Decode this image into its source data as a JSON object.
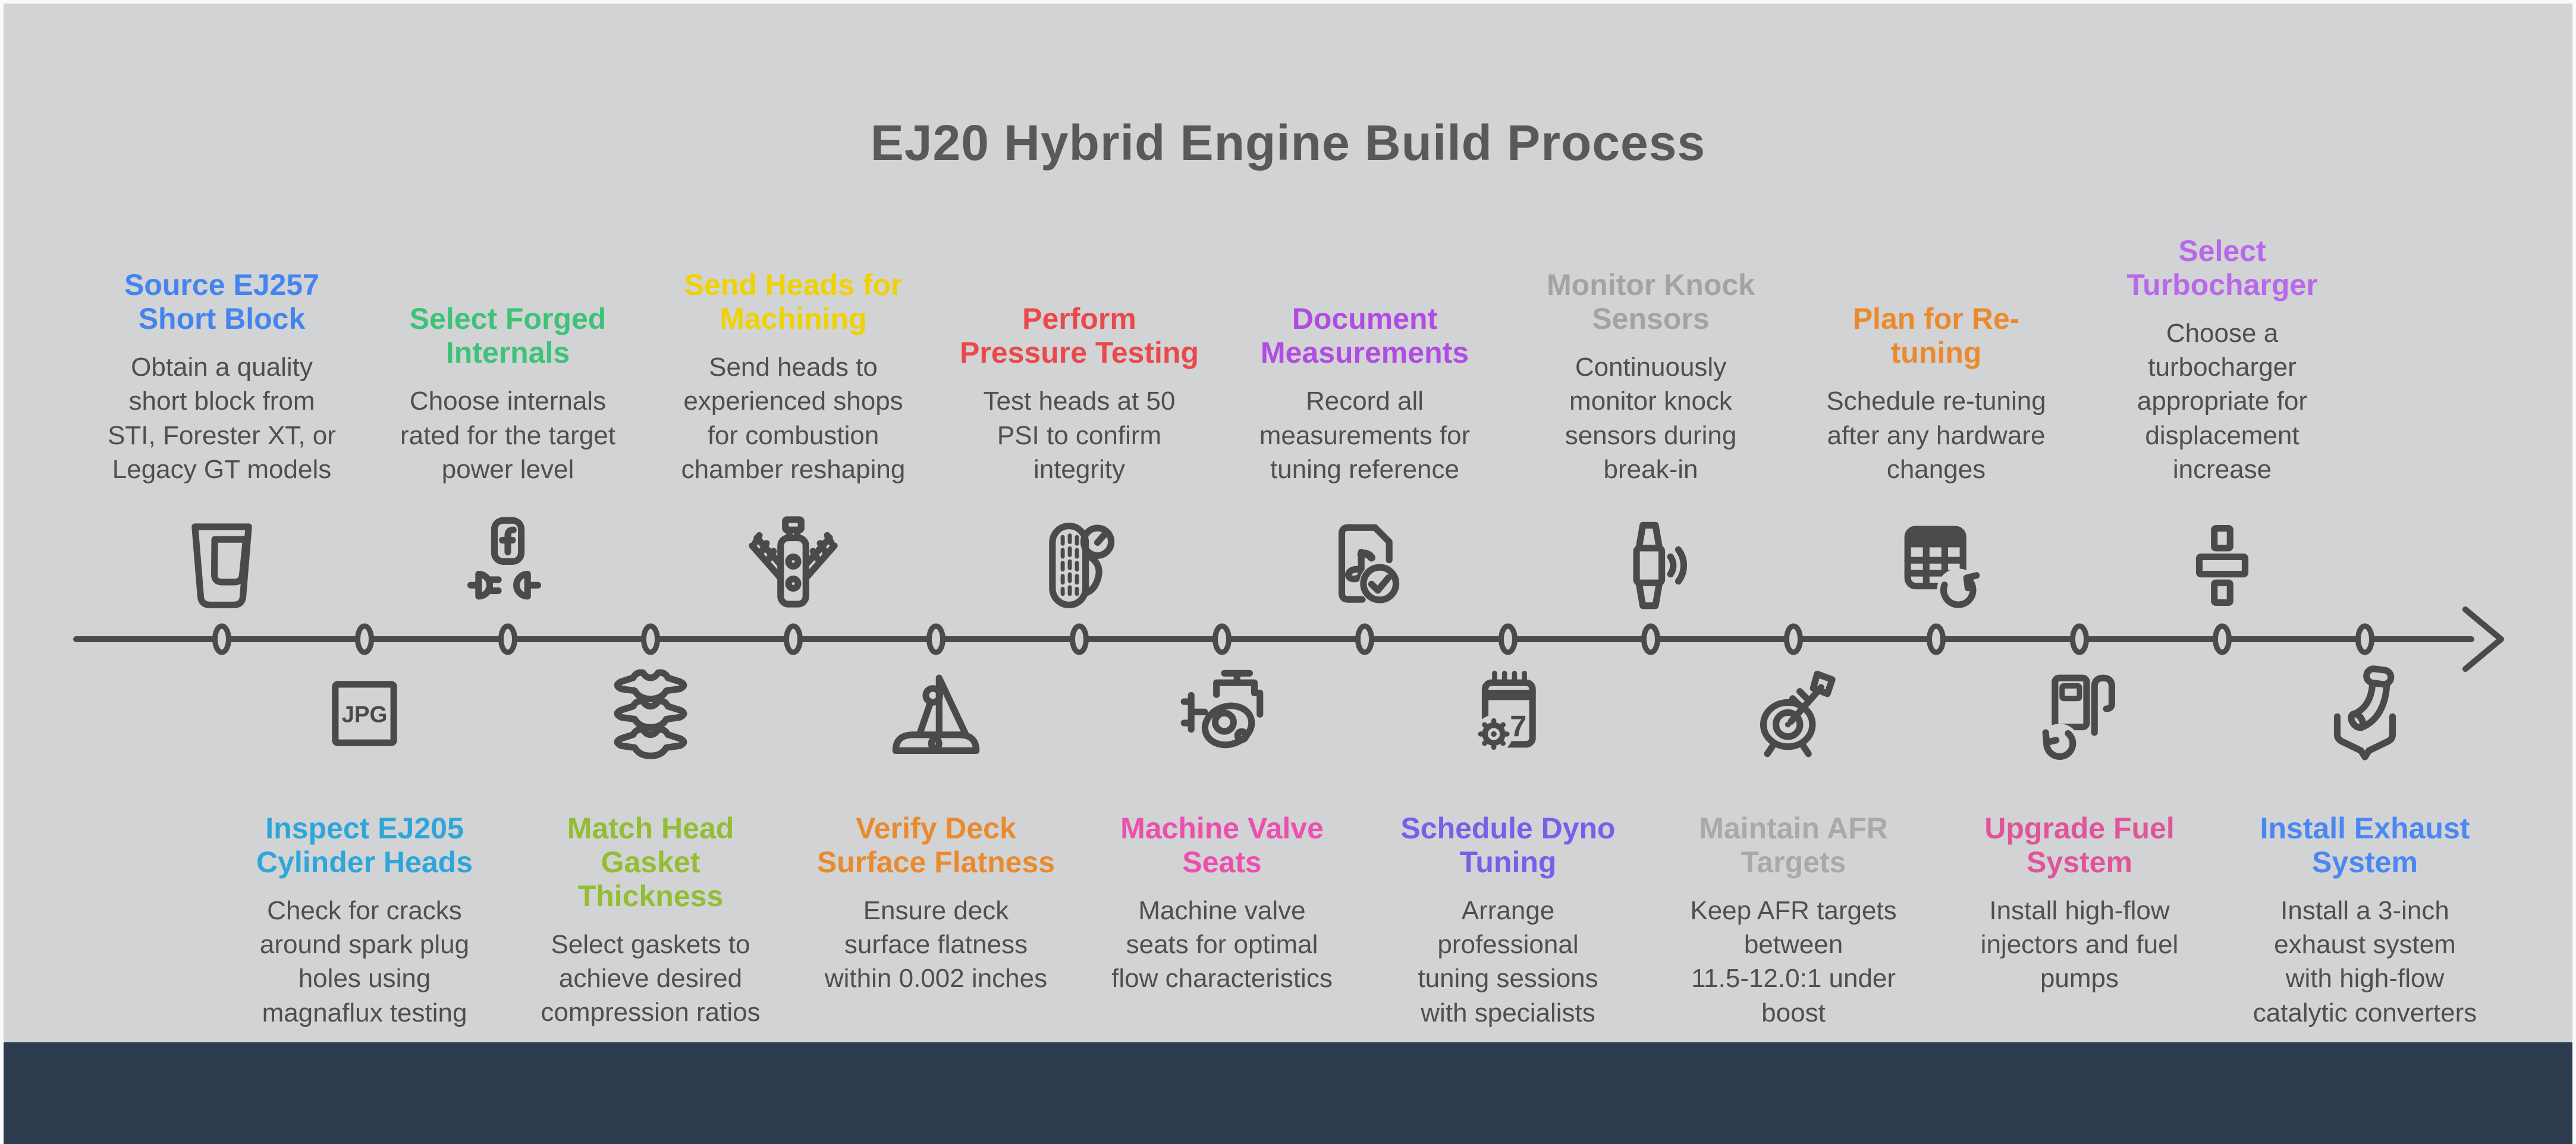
{
  "title": "EJ20 Hybrid Engine Build Process",
  "colors": {
    "background": "#d2d3d4",
    "frame": "#f9fafb",
    "footer_bar": "#2c3b4d",
    "timeline": "#4a4a4a",
    "icon_stroke": "#4a4a4a",
    "main_title_text": "#595959",
    "description_text": "#4f4f4f"
  },
  "milestones": [
    {
      "name": "Source EJ257 Short Block",
      "position": "top",
      "color": "#4584f0",
      "icon": "glass-icon",
      "title_lines": [
        "Source EJ257",
        "Short Block"
      ],
      "description_lines": [
        "Obtain a quality",
        "short block from",
        "STI, Forester XT, or",
        "Legacy GT models"
      ]
    },
    {
      "name": "Inspect EJ205 Cylinder Heads",
      "position": "bottom",
      "color": "#2ea6da",
      "icon": "jpg-file-icon",
      "icon_label": "JPG",
      "title_lines": [
        "Inspect EJ205",
        "Cylinder Heads"
      ],
      "description_lines": [
        "Check for cracks",
        "around spark plug",
        "holes using",
        "magnaflux testing"
      ]
    },
    {
      "name": "Select Forged Internals",
      "position": "top",
      "color": "#3dc378",
      "icon": "plug-connector-icon",
      "title_lines": [
        "Select Forged",
        "Internals"
      ],
      "description_lines": [
        "Choose internals",
        "rated for the target",
        "power level"
      ]
    },
    {
      "name": "Match Head Gasket Thickness",
      "position": "bottom",
      "color": "#93bd34",
      "icon": "head-gaskets-icon",
      "title_lines": [
        "Match Head",
        "Gasket",
        "Thickness"
      ],
      "description_lines": [
        "Select gaskets to",
        "achieve desired",
        "compression ratios"
      ]
    },
    {
      "name": "Send Heads for Machining",
      "position": "top",
      "color": "#eed202",
      "icon": "engine-spark-plugs-icon",
      "title_lines": [
        "Send Heads for",
        "Machining"
      ],
      "description_lines": [
        "Send heads to",
        "experienced shops",
        "for combustion",
        "chamber reshaping"
      ]
    },
    {
      "name": "Verify Deck Surface Flatness",
      "position": "bottom",
      "color": "#ea8a2f",
      "icon": "hand-plane-icon",
      "title_lines": [
        "Verify Deck",
        "Surface Flatness"
      ],
      "description_lines": [
        "Ensure deck",
        "surface flatness",
        "within 0.002 inches"
      ]
    },
    {
      "name": "Perform Pressure Testing",
      "position": "top",
      "color": "#e9494b",
      "icon": "tire-pressure-gauge-icon",
      "title_lines": [
        "Perform",
        "Pressure Testing"
      ],
      "description_lines": [
        "Test heads at 50",
        "PSI to confirm",
        "integrity"
      ]
    },
    {
      "name": "Machine Valve Seats",
      "position": "bottom",
      "color": "#ed4fae",
      "icon": "engine-valve-icon",
      "title_lines": [
        "Machine Valve",
        "Seats"
      ],
      "description_lines": [
        "Machine valve",
        "seats for optimal",
        "flow characteristics"
      ]
    },
    {
      "name": "Document Measurements",
      "position": "top",
      "color": "#b14ce2",
      "icon": "document-check-icon",
      "title_lines": [
        "Document",
        "Measurements"
      ],
      "description_lines": [
        "Record all",
        "measurements for",
        "tuning reference"
      ]
    },
    {
      "name": "Schedule Dyno Tuning",
      "position": "bottom",
      "color": "#7560e9",
      "icon": "calendar-gear-icon",
      "icon_label": "7",
      "title_lines": [
        "Schedule Dyno",
        "Tuning"
      ],
      "description_lines": [
        "Arrange",
        "professional",
        "tuning sessions",
        "with specialists"
      ]
    },
    {
      "name": "Monitor Knock Sensors",
      "position": "top",
      "color": "#a3a3a3",
      "icon": "smartwatch-signal-icon",
      "title_lines": [
        "Monitor Knock",
        "Sensors"
      ],
      "description_lines": [
        "Continuously",
        "monitor knock",
        "sensors during",
        "break-in"
      ]
    },
    {
      "name": "Maintain AFR Targets",
      "position": "bottom",
      "color": "#a9a9a9",
      "icon": "target-dart-icon",
      "title_lines": [
        "Maintain AFR",
        "Targets"
      ],
      "description_lines": [
        "Keep AFR targets",
        "between",
        "11.5-12.0:1 under",
        "boost"
      ]
    },
    {
      "name": "Plan for Re-tuning",
      "position": "top",
      "color": "#ea8a2f",
      "icon": "table-refresh-icon",
      "title_lines": [
        "Plan for Re-",
        "tuning"
      ],
      "description_lines": [
        "Schedule re-tuning",
        "after any hardware",
        "changes"
      ]
    },
    {
      "name": "Upgrade Fuel System",
      "position": "bottom",
      "color": "#e0549b",
      "icon": "fuel-pump-refresh-icon",
      "title_lines": [
        "Upgrade Fuel",
        "System"
      ],
      "description_lines": [
        "Install high-flow",
        "injectors and fuel",
        "pumps"
      ]
    },
    {
      "name": "Select Turbocharger",
      "position": "top",
      "color": "#b868ea",
      "icon": "divide-icon",
      "title_lines": [
        "Select",
        "Turbocharger"
      ],
      "description_lines": [
        "Choose a",
        "turbocharger",
        "appropriate for",
        "displacement",
        "increase"
      ]
    },
    {
      "name": "Install Exhaust System",
      "position": "bottom",
      "color": "#4b87f3",
      "icon": "exhaust-pipe-icon",
      "title_lines": [
        "Install Exhaust",
        "System"
      ],
      "description_lines": [
        "Install a 3-inch",
        "exhaust system",
        "with high-flow",
        "catalytic converters"
      ]
    }
  ]
}
